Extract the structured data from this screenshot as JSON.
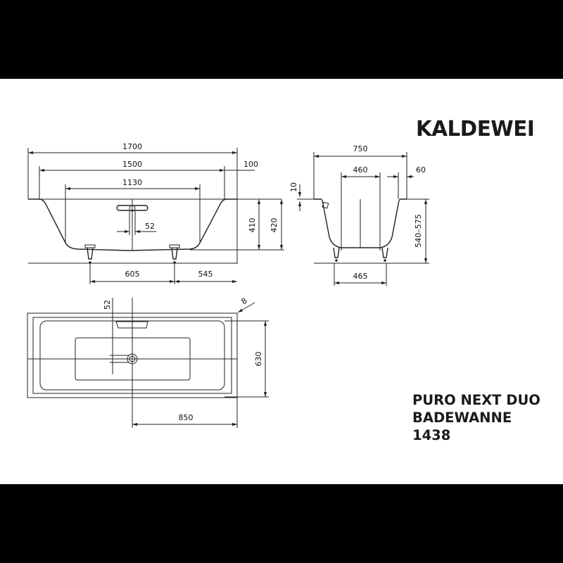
{
  "brand": {
    "name": "KALDEWEI"
  },
  "product": {
    "line1": "PURO NEXT DUO",
    "line2": "BADEWANNE",
    "line3": "1438"
  },
  "side_view": {
    "dimensions": {
      "overall_length": "1700",
      "inner_length": "1500",
      "bottom_length": "1130",
      "rim_width": "100",
      "drain_offset": "52",
      "inner_depth": "410",
      "total_depth": "420",
      "foot_spacing": "605",
      "foot_to_end": "545"
    }
  },
  "end_view": {
    "dimensions": {
      "overall_width": "750",
      "bottom_width": "460",
      "rim_width": "60",
      "rim_thickness": "10",
      "height_range": "540–575",
      "foot_spacing": "465"
    }
  },
  "top_view": {
    "dimensions": {
      "drain_offset": "52",
      "inner_width": "630",
      "half_length": "850",
      "corner_label": "8"
    }
  }
}
